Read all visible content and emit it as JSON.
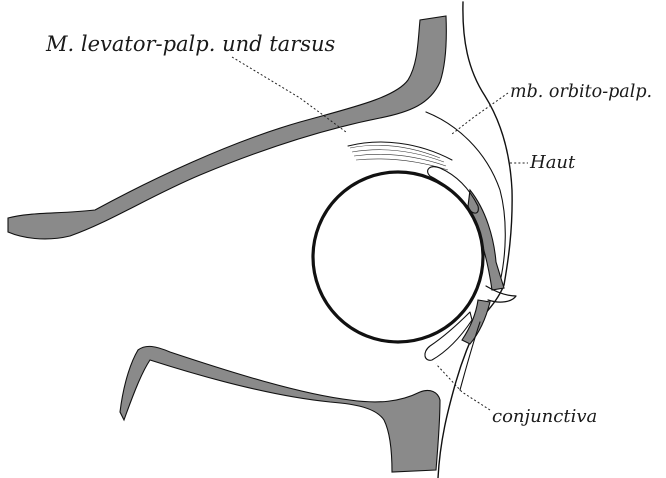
{
  "labels": {
    "levator": "M. levator-palp. und tarsus",
    "orbito": "mb. orbito-palp.",
    "haut": "Haut",
    "conjunctiva": "conjunctiva"
  }
}
